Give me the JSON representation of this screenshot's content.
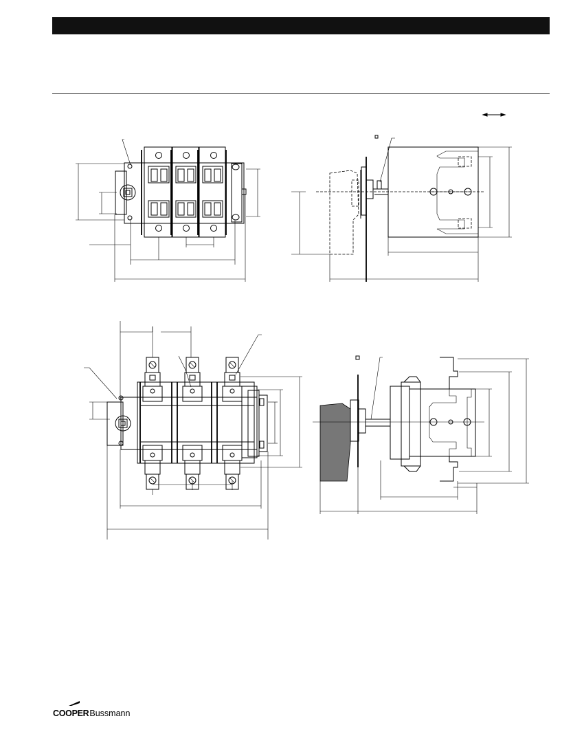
{
  "brand": {
    "name_bold": "COOPER",
    "name_regular": "Bussmann",
    "accent_color": "#000000"
  },
  "drawings": [
    {
      "name": "top-front-view"
    },
    {
      "name": "top-side-view"
    },
    {
      "name": "bottom-front-view"
    },
    {
      "name": "bottom-side-view"
    }
  ]
}
